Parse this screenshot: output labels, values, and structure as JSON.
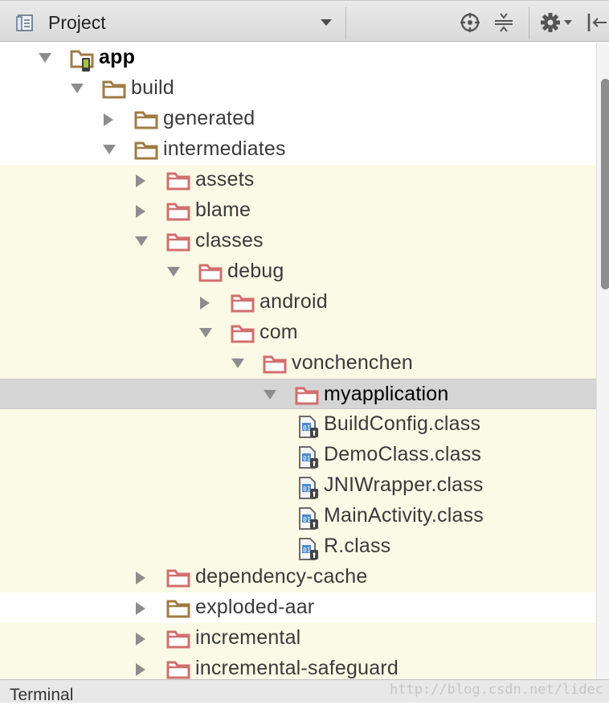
{
  "toolbar": {
    "view_label": "Project",
    "icons": [
      "project-view-icon",
      "dropdown-caret-icon",
      "locate-icon",
      "collapse-all-icon",
      "settings-gear-icon",
      "hide-panel-icon"
    ]
  },
  "colors": {
    "module_folder": "#a07b44",
    "excluded_folder": "#d26e6e",
    "highlight_row": "#fbfae6",
    "selected_row": "#d5d5d5"
  },
  "tree": [
    {
      "label": "app",
      "level": 0,
      "arrow": "expanded",
      "icon": "module",
      "bold": true,
      "highlight": false,
      "selected": false
    },
    {
      "label": "build",
      "level": 1,
      "arrow": "expanded",
      "icon": "folder-brown",
      "highlight": false,
      "selected": false
    },
    {
      "label": "generated",
      "level": 2,
      "arrow": "collapsed",
      "icon": "folder-brown",
      "highlight": false,
      "selected": false
    },
    {
      "label": "intermediates",
      "level": 2,
      "arrow": "expanded",
      "icon": "folder-brown",
      "highlight": false,
      "selected": false
    },
    {
      "label": "assets",
      "level": 3,
      "arrow": "collapsed",
      "icon": "folder-red",
      "highlight": true,
      "selected": false
    },
    {
      "label": "blame",
      "level": 3,
      "arrow": "collapsed",
      "icon": "folder-red",
      "highlight": true,
      "selected": false
    },
    {
      "label": "classes",
      "level": 3,
      "arrow": "expanded",
      "icon": "folder-red",
      "highlight": true,
      "selected": false
    },
    {
      "label": "debug",
      "level": 4,
      "arrow": "expanded",
      "icon": "folder-red",
      "highlight": true,
      "selected": false
    },
    {
      "label": "android",
      "level": 5,
      "arrow": "collapsed",
      "icon": "folder-red",
      "highlight": true,
      "selected": false
    },
    {
      "label": "com",
      "level": 5,
      "arrow": "expanded",
      "icon": "folder-red",
      "highlight": true,
      "selected": false
    },
    {
      "label": "vonchenchen",
      "level": 6,
      "arrow": "expanded",
      "icon": "folder-red",
      "highlight": true,
      "selected": false
    },
    {
      "label": "myapplication",
      "level": 7,
      "arrow": "expanded",
      "icon": "folder-red",
      "highlight": false,
      "selected": true
    },
    {
      "label": "BuildConfig.class",
      "level": 8,
      "arrow": "none",
      "icon": "class-file",
      "highlight": true,
      "selected": false
    },
    {
      "label": "DemoClass.class",
      "level": 8,
      "arrow": "none",
      "icon": "class-file",
      "highlight": true,
      "selected": false
    },
    {
      "label": "JNIWrapper.class",
      "level": 8,
      "arrow": "none",
      "icon": "class-file",
      "highlight": true,
      "selected": false
    },
    {
      "label": "MainActivity.class",
      "level": 8,
      "arrow": "none",
      "icon": "class-file",
      "highlight": true,
      "selected": false
    },
    {
      "label": "R.class",
      "level": 8,
      "arrow": "none",
      "icon": "class-file",
      "highlight": true,
      "selected": false
    },
    {
      "label": "dependency-cache",
      "level": 3,
      "arrow": "collapsed",
      "icon": "folder-red",
      "highlight": true,
      "selected": false
    },
    {
      "label": "exploded-aar",
      "level": 3,
      "arrow": "collapsed",
      "icon": "folder-brown",
      "highlight": false,
      "selected": false
    },
    {
      "label": "incremental",
      "level": 3,
      "arrow": "collapsed",
      "icon": "folder-red",
      "highlight": true,
      "selected": false
    },
    {
      "label": "incremental-safeguard",
      "level": 3,
      "arrow": "collapsed",
      "icon": "folder-red",
      "highlight": true,
      "selected": false
    }
  ],
  "bottom_bar": {
    "terminal_label": "Terminal",
    "watermark": "http://blog.csdn.net/lidec"
  }
}
